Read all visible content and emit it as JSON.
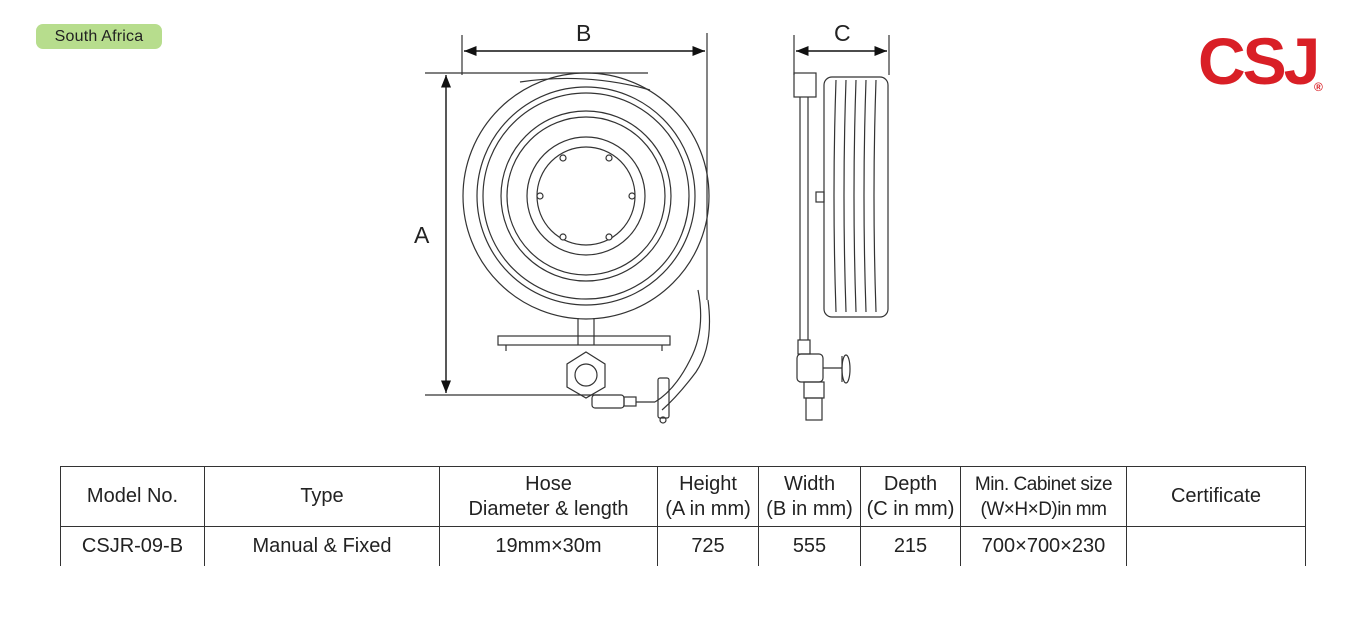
{
  "badge": {
    "region": "South Africa"
  },
  "logo": {
    "brand": "CSJ",
    "registered": "®"
  },
  "drawing": {
    "dim_a": "A",
    "dim_b": "B",
    "dim_c": "C"
  },
  "table": {
    "headers": [
      {
        "line1": "Model No.",
        "line2": ""
      },
      {
        "line1": "Type",
        "line2": ""
      },
      {
        "line1": "Hose",
        "line2": "Diameter & length"
      },
      {
        "line1": "Height",
        "line2": "(A in mm)"
      },
      {
        "line1": "Width",
        "line2": "(B in mm)"
      },
      {
        "line1": "Depth",
        "line2": "(C in mm)"
      },
      {
        "line1": "Min. Cabinet size",
        "line2": "(W×H×D)in mm"
      },
      {
        "line1": "Certificate",
        "line2": ""
      }
    ],
    "rows": [
      {
        "model": "CSJR-09-B",
        "type": "Manual & Fixed",
        "hose": "19mm×30m",
        "height": "725",
        "width": "555",
        "depth": "215",
        "cabinet": "700×700×230",
        "certificate": ""
      }
    ]
  }
}
